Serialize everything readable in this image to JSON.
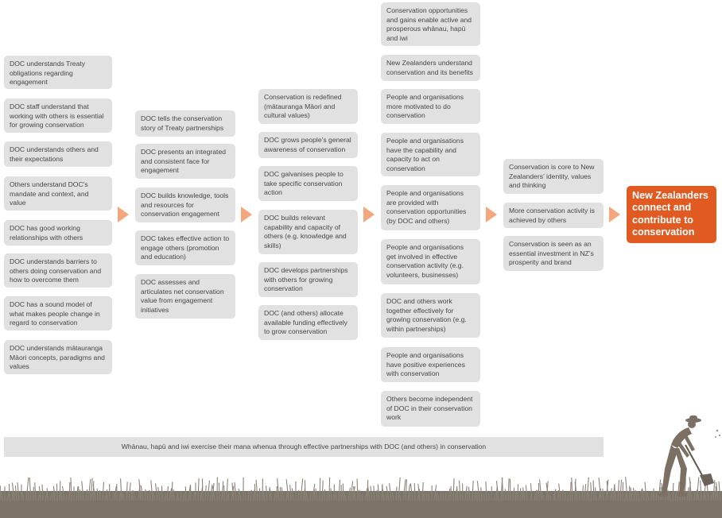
{
  "columns": [
    {
      "cards": [
        "DOC understands Treaty obligations regarding engagement",
        "DOC staff understand that working with others is essential for growing conservation",
        "DOC understands others and their expectations",
        "Others understand DOC’s mandate and context, and value",
        "DOC has good working relationships with others",
        "DOC understands barriers to others doing conservation and how to overcome them",
        "DOC has a sound model of what makes people change in regard to conservation",
        "DOC understands mātauranga Māori concepts, paradigms and values"
      ]
    },
    {
      "cards": [
        "DOC tells the conservation story of Treaty partnerships",
        "DOC presents an integrated and consistent face for engagement",
        "DOC builds knowledge, tools and resources for conservation engagement",
        "DOC takes effective action to engage others (promotion and education)",
        "DOC assesses and articulates net conservation value from engagement initiatives"
      ]
    },
    {
      "cards": [
        "Conservation is redefined (mātauranga Māori and cultural values)",
        "DOC grows people’s general awareness of conservation",
        "DOC galvanises people to take specific conservation action",
        "DOC builds relevant capability and capacity of others (e.g. knowledge and skills)",
        "DOC develops partnerships with others for growing conservation",
        "DOC (and others) allocate available funding effectively to grow conservation"
      ]
    },
    {
      "cards": [
        "Conservation opportunities and gains enable active and prosperous whānau, hapū and iwi",
        "New Zealanders understand conservation and its benefits",
        "People and organisations more motivated to do conservation",
        "People and organisations have the capability and capacity to act on conservation",
        "People and organisations are provided with conservation opportunities (by DOC and others)",
        "People and organisations get involved in effective conservation activity (e.g. volunteers, businesses)",
        "DOC and others work together effectively for growing conservation (e.g. within partnerships)",
        "People and organisations have positive experiences with conservation",
        "Others become independent of DOC in their conservation work"
      ]
    },
    {
      "cards": [
        "Conservation is core to New Zealanders’ identity, values and thinking",
        "More conservation activity is achieved by others",
        "Conservation is seen as an essential investment in NZ’s prosperity and brand"
      ]
    }
  ],
  "outcome": "New Zealanders connect and contribute to conservation",
  "banner": "Whānau, hapū and iwi exercise their mana whenua through effective partnerships with DOC (and others) in conservation",
  "colors": {
    "card": "#e1e1e1",
    "text": "#474747",
    "arrow": "#f4a77c",
    "outcome": "#e05a22",
    "ground": "#7d7469"
  },
  "icons": [
    "arrow-right-icon",
    "grass-ground-illustration",
    "person-digging-illustration"
  ]
}
